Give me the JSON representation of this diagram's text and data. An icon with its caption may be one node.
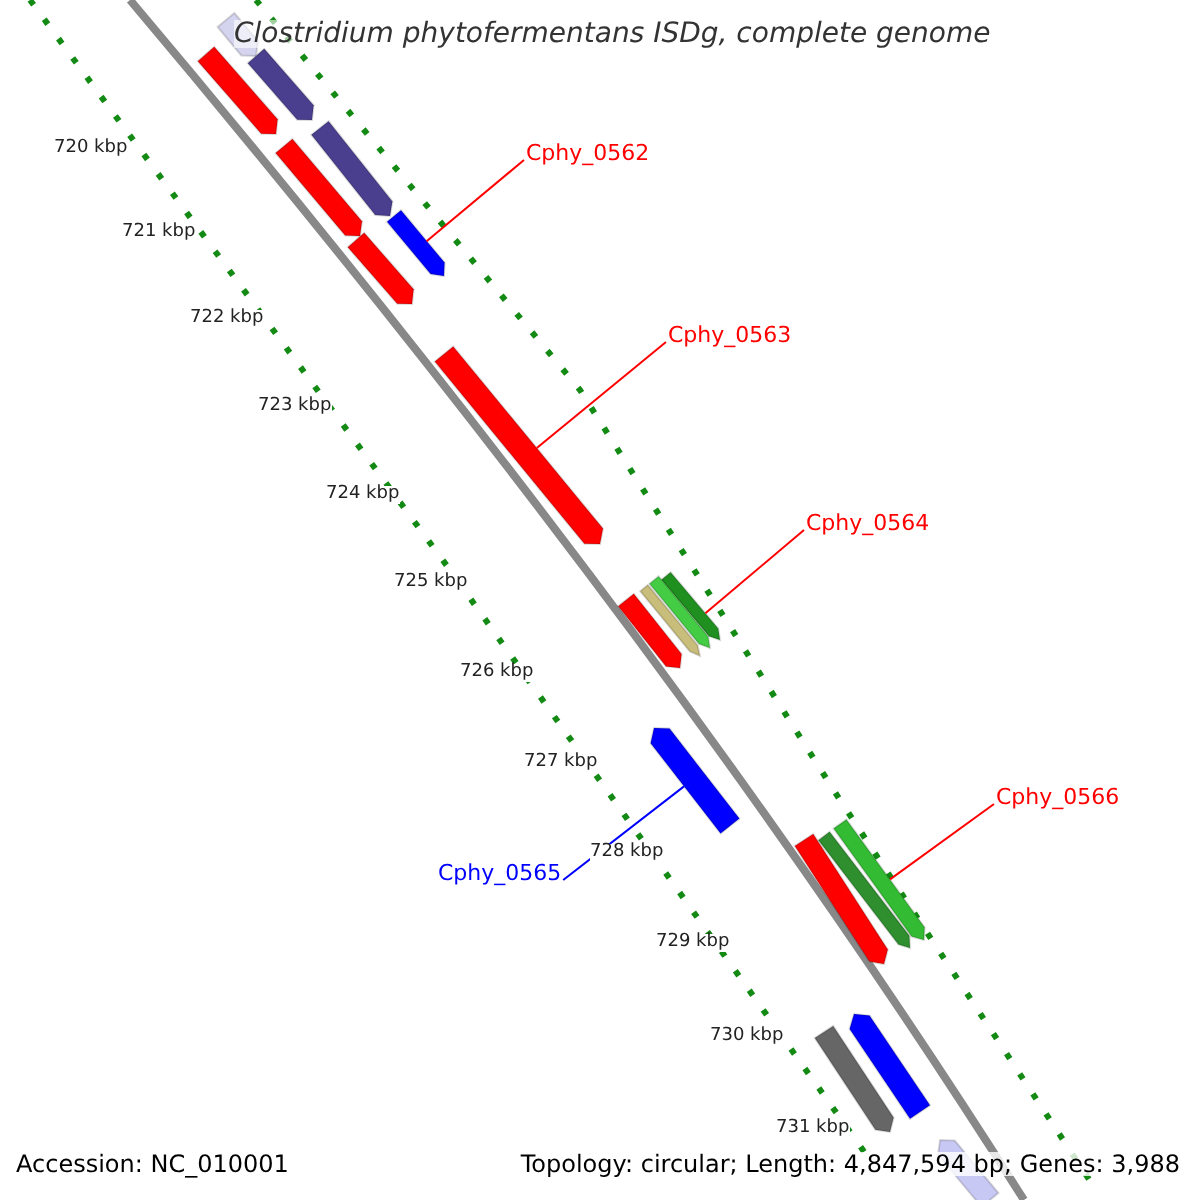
{
  "diagram": {
    "title": "Clostridium phytofermentans ISDg, complete genome",
    "nodes": [
      {
        "text": [
          "Cphy_0562"
        ]
      },
      {
        "text": [],
        "shape": "bar"
      },
      {
        "text": [
          "Cphy_0563"
        ]
      },
      {
        "text": [],
        "shape": "bar"
      },
      {
        "text": [
          "Cphy_0564"
        ]
      },
      {
        "text": [],
        "shape": "bar"
      },
      {
        "text": [
          "Cphy_0566"
        ]
      },
      {
        "text": [],
        "shape": "bar"
      },
      {
        "text": [
          "Cphy_0565"
        ]
      },
      {
        "text": [],
        "shape": "bar"
      },
      {
        "text": [],
        "shape": "bar"
      },
      {
        "text": [],
        "shape": "bar"
      },
      {
        "text": [],
        "shape": "bar"
      },
      {
        "text": [],
        "shape": "bar"
      },
      {
        "text": [],
        "shape": "bar"
      },
      {
        "text": [],
        "shape": "bar"
      },
      {
        "text": [],
        "shape": "bar"
      },
      {
        "text": [],
        "shape": "bar"
      },
      {
        "text": [],
        "shape": "bar"
      },
      {
        "text": [],
        "shape": "bar"
      },
      {
        "text": [],
        "shape": "bar"
      },
      {
        "text": [],
        "shape": "bar"
      },
      {
        "text": [],
        "shape": "bar"
      },
      {
        "text": [],
        "shape": "bar"
      }
    ],
    "edges": [
      {
        "from": 0,
        "to": 1,
        "arrow": "none"
      },
      {
        "from": 2,
        "to": 3,
        "arrow": "none"
      },
      {
        "from": 4,
        "to": 5,
        "arrow": "none"
      },
      {
        "from": 6,
        "to": 7,
        "arrow": "none"
      },
      {
        "from": 8,
        "to": 9,
        "arrow": "none",
        "color": "#0000ff"
      }
    ],
    "labels": [
      "720 kbp",
      "721 kbp",
      "722 kbp",
      "723 kbp",
      "724 kbp",
      "725 kbp",
      "726 kbp",
      "727 kbp",
      "728 kbp",
      "729 kbp",
      "730 kbp",
      "731 kbp",
      "Accession: NC_010001",
      "Topology: circular; Length: 4,847,594 bp; Genes: 3,988"
    ]
  }
}
